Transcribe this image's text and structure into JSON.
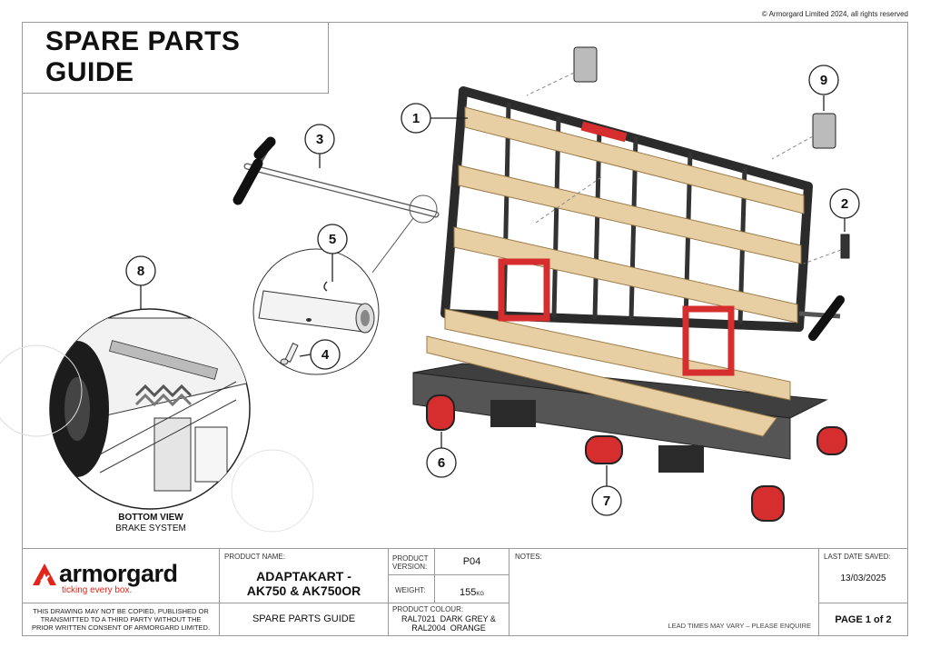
{
  "copyright": "© Armorgard Limited 2024, all rights reserved",
  "title": "SPARE PARTS GUIDE",
  "callouts": [
    "1",
    "2",
    "3",
    "4",
    "5",
    "6",
    "7",
    "8",
    "9"
  ],
  "inset": {
    "title": "BOTTOM VIEW",
    "subtitle": "BRAKE SYSTEM"
  },
  "title_block": {
    "logo_text": "armorgard",
    "logo_tagline": "ticking every box.",
    "disclaimer": "THIS DRAWING MAY NOT BE COPIED, PUBLISHED OR TRANSMITTED TO A THIRD PARTY WITHOUT THE PRIOR WRITTEN CONSENT OF ARMORGARD LIMITED.",
    "product_name_label": "PRODUCT NAME:",
    "product_name_line1": "ADAPTAKART -",
    "product_name_line2": "AK750 & AK750OR",
    "doc_type": "SPARE PARTS GUIDE",
    "product_version_label_1": "PRODUCT",
    "product_version_label_2": "VERSION:",
    "product_version": "P04",
    "weight_label": "WEIGHT:",
    "weight_value": "155",
    "weight_unit": "KG",
    "product_colour_label": "PRODUCT COLOUR:",
    "colour_line1": "RAL7021  DARK GREY &",
    "colour_line2": "RAL2004  ORANGE",
    "notes_label": "NOTES:",
    "lead_times": "LEAD TIMES MAY VARY – PLEASE ENQUIRE",
    "last_saved_label": "LAST DATE SAVED:",
    "last_saved": "13/03/2025",
    "page": "PAGE 1 of 2"
  },
  "colors": {
    "frame": "#3a3a3a",
    "wood": "#e8cfa3",
    "accent": "#d62e2e",
    "brand_red": "#e1251b"
  }
}
